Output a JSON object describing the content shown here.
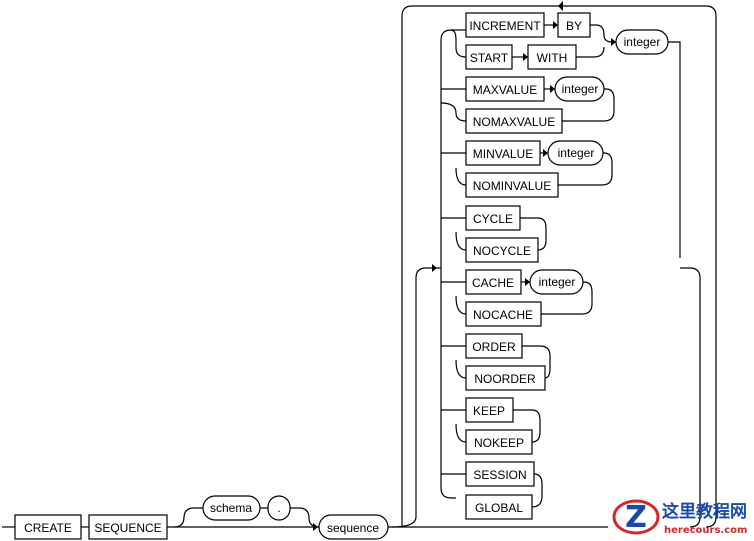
{
  "diagram": {
    "statement": {
      "create": "CREATE",
      "sequence_kw": "SEQUENCE",
      "schema": "schema",
      "dot": ".",
      "sequence_name": "sequence"
    },
    "options": {
      "increment": "INCREMENT",
      "by": "BY",
      "start": "START",
      "with": "WITH",
      "integer": "integer",
      "maxvalue": "MAXVALUE",
      "nomaxvalue": "NOMAXVALUE",
      "minvalue": "MINVALUE",
      "nominvalue": "NOMINVALUE",
      "cycle": "CYCLE",
      "nocycle": "NOCYCLE",
      "cache": "CACHE",
      "nocache": "NOCACHE",
      "order": "ORDER",
      "noorder": "NOORDER",
      "keep": "KEEP",
      "nokeep": "NOKEEP",
      "session": "SESSION",
      "global": "GLOBAL"
    }
  },
  "watermark": {
    "title": "这里教程网",
    "url": "herecours.com",
    "colors": {
      "blue": "#1a4aa8",
      "red": "#d2282e"
    }
  }
}
